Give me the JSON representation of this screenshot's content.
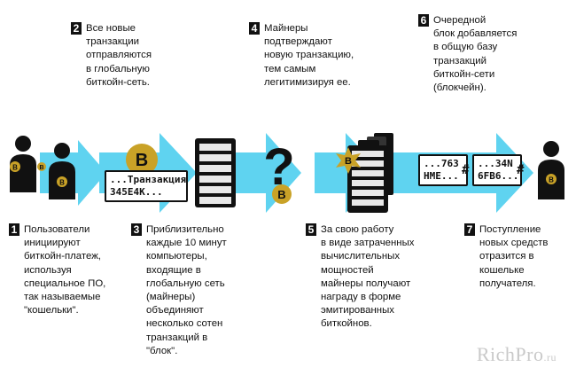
{
  "steps": [
    {
      "num": "1",
      "text": "Пользователи\nинициируют\nбиткойн-платеж,\nиспользуя\nспециальное ПО,\nтак называемые\n\"кошельки\"."
    },
    {
      "num": "2",
      "text": "Все новые\nтранзакции\nотправляются\nв глобальную\nбиткойн-сеть."
    },
    {
      "num": "3",
      "text": "Приблизительно\nкаждые 10 минут\nкомпьютеры,\nвходящие в\nглобальную сеть\n(майнеры)\nобъединяют\nнесколько сотен\nтранзакций в\n\"блок\"."
    },
    {
      "num": "4",
      "text": "Майнеры\nподтверждают\nновую транзакцию,\nтем самым\nлегитимизируя ее."
    },
    {
      "num": "5",
      "text": "За свою работу\nв виде затраченных\nвычислительных\nмощностей\nмайнеры получают\nнаграду в форме\nэмитированных\nбиткойнов."
    },
    {
      "num": "6",
      "text": "Очередной\nблок добавляется\nв общую базу\nтранзакций\nбиткойн-сети\n(блокчейн)."
    },
    {
      "num": "7",
      "text": "Поступление\nновых средств\nотразится в\nкошельке\nполучателя."
    }
  ],
  "transaction_card": "...Транзакция\n345E4K...",
  "block_a": "...763\nHME...",
  "block_b": "...34N\n6FB6...",
  "hash_symbol": "#",
  "question_mark": "?",
  "bitcoin_symbol": "B",
  "watermark": {
    "main": "RichPro",
    "suffix": ".ru"
  },
  "colors": {
    "arrow": "#5fd3f0",
    "coin": "#c9a227",
    "ink": "#111111"
  }
}
